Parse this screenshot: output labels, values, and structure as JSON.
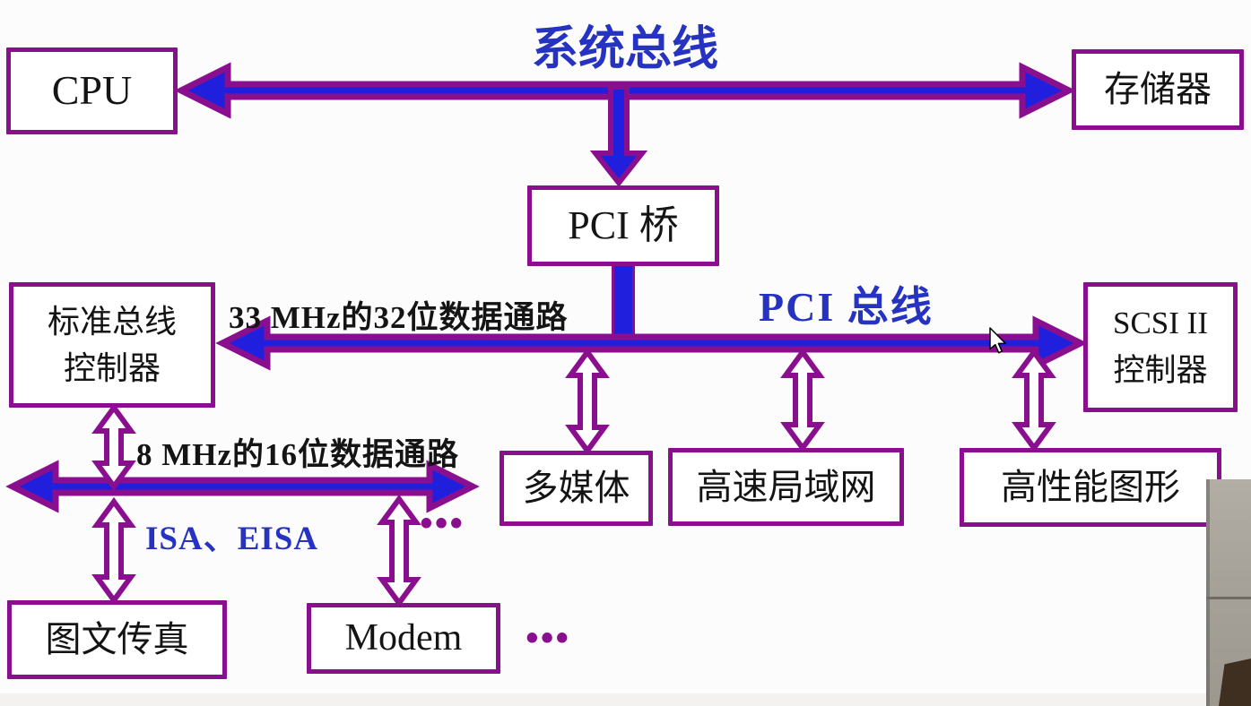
{
  "colors": {
    "purple": "#8a0f8f",
    "blue_fill": "#1f1fdd",
    "blue_text": "#2633c2",
    "ink": "#141414",
    "bg": "#fcfcfc",
    "video_wall": "#a6a299",
    "video_dark": "#3f2f20",
    "band": "#f4f2f0"
  },
  "labels": {
    "system_bus": "系统总线",
    "pci_bus": "PCI 总线",
    "datapath_33": "33 MHz的32位数据通路",
    "datapath_8": "8 MHz的16位数据通路",
    "isa_eisa": "ISA、EISA",
    "ellipsis_mid": "•••",
    "ellipsis_bottom": "•••"
  },
  "nodes": {
    "cpu": {
      "label": "CPU"
    },
    "memory": {
      "label": "存储器"
    },
    "pci_bridge": {
      "label": "PCI 桥"
    },
    "std_bus_controller": {
      "label": "标准总线\n控制器"
    },
    "scsi_controller": {
      "label": "SCSI II\n控制器"
    },
    "multimedia": {
      "label": "多媒体"
    },
    "lan": {
      "label": "高速局域网"
    },
    "graphics": {
      "label": "高性能图形"
    },
    "fax": {
      "label": "图文传真"
    },
    "modem": {
      "label": "Modem"
    }
  }
}
